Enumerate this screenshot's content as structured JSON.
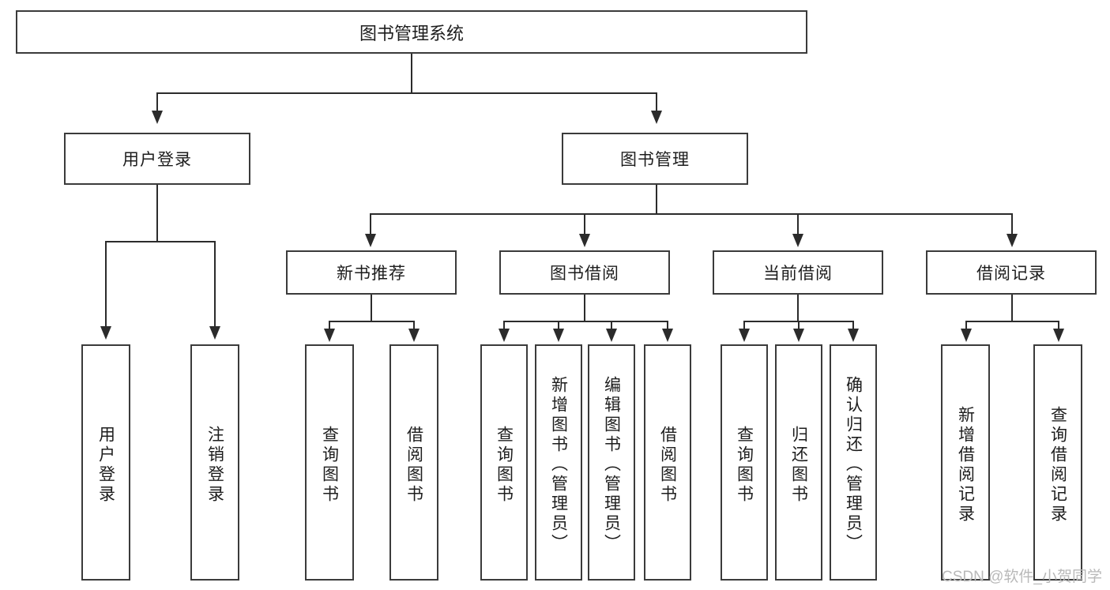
{
  "diagram": {
    "title": "图书管理系统",
    "type": "functional-structure-tree",
    "root": {
      "label": "图书管理系统"
    },
    "level2": [
      {
        "label": "用户登录"
      },
      {
        "label": "图书管理"
      }
    ],
    "level3": [
      {
        "label": "新书推荐"
      },
      {
        "label": "图书借阅"
      },
      {
        "label": "当前借阅"
      },
      {
        "label": "借阅记录"
      }
    ],
    "leaves": {
      "user_login": [
        {
          "label": "用户登录"
        },
        {
          "label": "注销登录"
        }
      ],
      "new_book_recommend": [
        {
          "label": "查询图书"
        },
        {
          "label": "借阅图书"
        }
      ],
      "book_borrow": [
        {
          "label": "查询图书"
        },
        {
          "label": "新增图书（管理员）"
        },
        {
          "label": "编辑图书（管理员）"
        },
        {
          "label": "借阅图书"
        }
      ],
      "current_borrow": [
        {
          "label": "查询图书"
        },
        {
          "label": "归还图书"
        },
        {
          "label": "确认归还（管理员）"
        }
      ],
      "borrow_record": [
        {
          "label": "新增借阅记录"
        },
        {
          "label": "查询借阅记录"
        }
      ]
    }
  },
  "watermark": {
    "text": "CSDN @软件_小贺同学"
  },
  "colors": {
    "box_border": "#3b3b3b",
    "line": "#2b2b2b",
    "text": "#1d1d1d",
    "background": "#ffffff",
    "watermark": "#b9b9b9"
  }
}
